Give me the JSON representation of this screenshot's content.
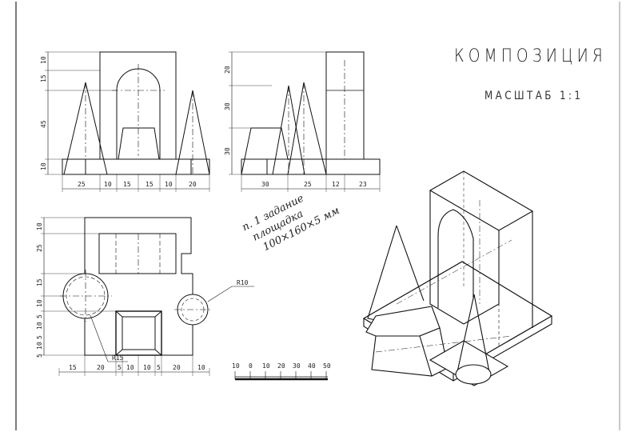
{
  "title": "КОМПОЗИЦИЯ",
  "scale_label": "МАСШТАБ 1:1",
  "note": {
    "line1": "п. 1 задание",
    "line2": "площадка",
    "line3": "100×160×5 мм"
  },
  "front_view": {
    "vertical_dims": [
      "10",
      "15",
      "45",
      "10"
    ],
    "horizontal_dims": [
      "25",
      "10",
      "15",
      "15",
      "10",
      "20"
    ]
  },
  "side_view": {
    "vertical_dims": [
      "20",
      "30",
      "30"
    ],
    "horizontal_dims": [
      "30",
      "25",
      "12",
      "23"
    ]
  },
  "top_view": {
    "vertical_dims": [
      "10",
      "25",
      "15",
      "10",
      "5",
      "10",
      "5",
      "10",
      "5"
    ],
    "horizontal_dims": [
      "15",
      "20",
      "5",
      "10",
      "10",
      "5",
      "20",
      "10"
    ],
    "radius_right": "R10",
    "radius_left": "R15"
  },
  "scale_bar": {
    "ticks": [
      "10",
      "0",
      "10",
      "20",
      "30",
      "40",
      "50"
    ]
  }
}
